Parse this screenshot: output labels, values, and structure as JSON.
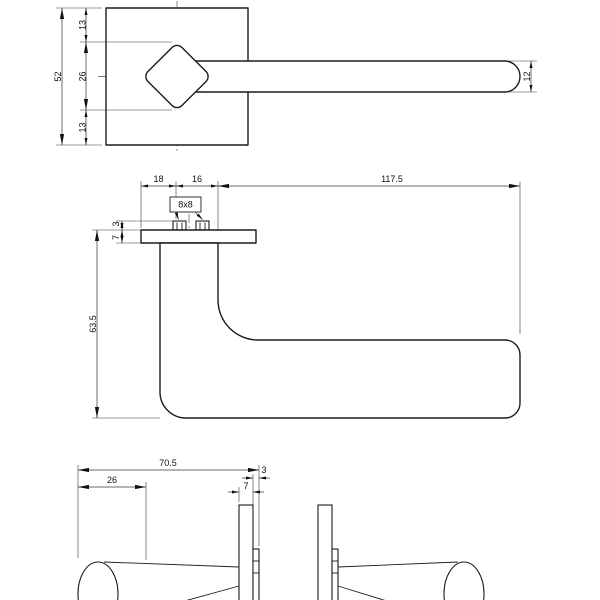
{
  "drawing": {
    "top_view": {
      "rose_size": "52",
      "seg_top": "13",
      "seg_mid": "26",
      "seg_bot": "13",
      "grip_thickness": "12"
    },
    "front_view": {
      "dim_left_offset": "18",
      "dim_screw_span": "16",
      "dim_grip_length": "117.5",
      "screw_label": "8x8",
      "dim_screw_height": "3",
      "dim_rose_thickness": "7",
      "dim_handle_height": "63.5"
    },
    "side_view": {
      "dim_total_depth": "70.5",
      "dim_grip_depth": "26",
      "dim_rose_thickness": "7",
      "dim_screw_depth": "3"
    }
  }
}
